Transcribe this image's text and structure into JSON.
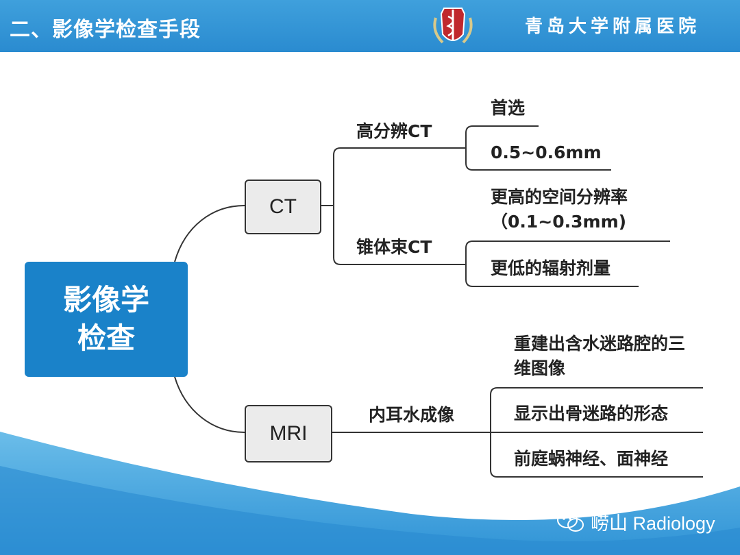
{
  "header": {
    "title": "二、影像学检查手段",
    "hospital": "青岛大学附属医院"
  },
  "root": {
    "label": "影像学检查"
  },
  "ct": {
    "label": "CT",
    "hrct": {
      "label": "高分辨CT",
      "items": [
        "首选",
        "0.5~0.6mm"
      ]
    },
    "cbct": {
      "label": "锥体束CT",
      "items": [
        "更高的空间分辨率（0.1~0.3mm)",
        "更低的辐射剂量"
      ]
    }
  },
  "mri": {
    "label": "MRI",
    "inner_ear": {
      "label": "内耳水成像",
      "items": [
        "重建出含水迷路腔的三维图像",
        "显示出骨迷路的形态",
        "前庭蜗神经、面神经"
      ]
    }
  },
  "watermark": {
    "brand": "崂山 Radiology"
  },
  "colors": {
    "header": "#2a8bd0",
    "root": "#1a82c9",
    "node_fill": "#ebebeb"
  }
}
